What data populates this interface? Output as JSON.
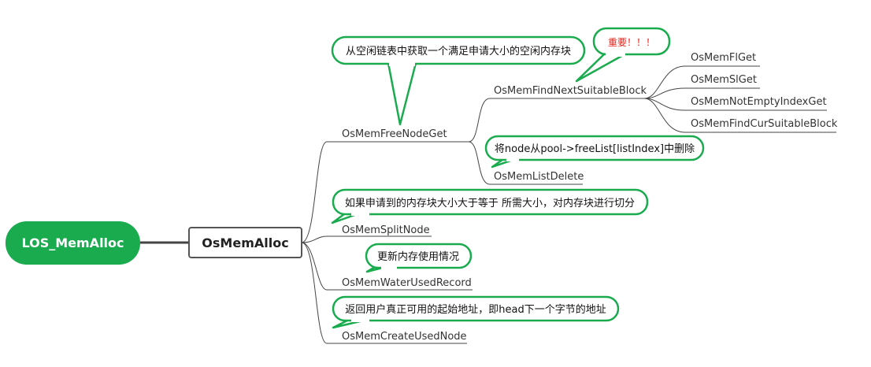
{
  "colors": {
    "accent": "#1aab4f",
    "line": "#444444",
    "warning_text": "#e8231b"
  },
  "root": {
    "label": "LOS_MemAlloc"
  },
  "main": {
    "label": "OsMemAlloc"
  },
  "branches": {
    "free_node_get": "OsMemFreeNodeGet",
    "find_next_suitable": "OsMemFindNextSuitableBlock",
    "fl_get": "OsMemFlGet",
    "sl_get": "OsMemSlGet",
    "not_empty_index_get": "OsMemNotEmptyIndexGet",
    "find_cur_suitable": "OsMemFindCurSuitableBlock",
    "list_delete": "OsMemListDelete",
    "split_node": "OsMemSplitNode",
    "water_used_record": "OsMemWaterUsedRecord",
    "create_used_node": "OsMemCreateUsedNode"
  },
  "callouts": {
    "free_node_get": "从空闲链表中获取一个满足申请大小的空闲内存块",
    "important": "重要！！！",
    "list_delete": "将node从pool->freeList[listIndex]中删除",
    "split_node": "如果申请到的内存块大小大于等于 所需大小，对内存块进行切分",
    "water_used_record": "更新内存使用情况",
    "create_used_node": "返回用户真正可用的起始地址，即head下一个字节的地址"
  }
}
